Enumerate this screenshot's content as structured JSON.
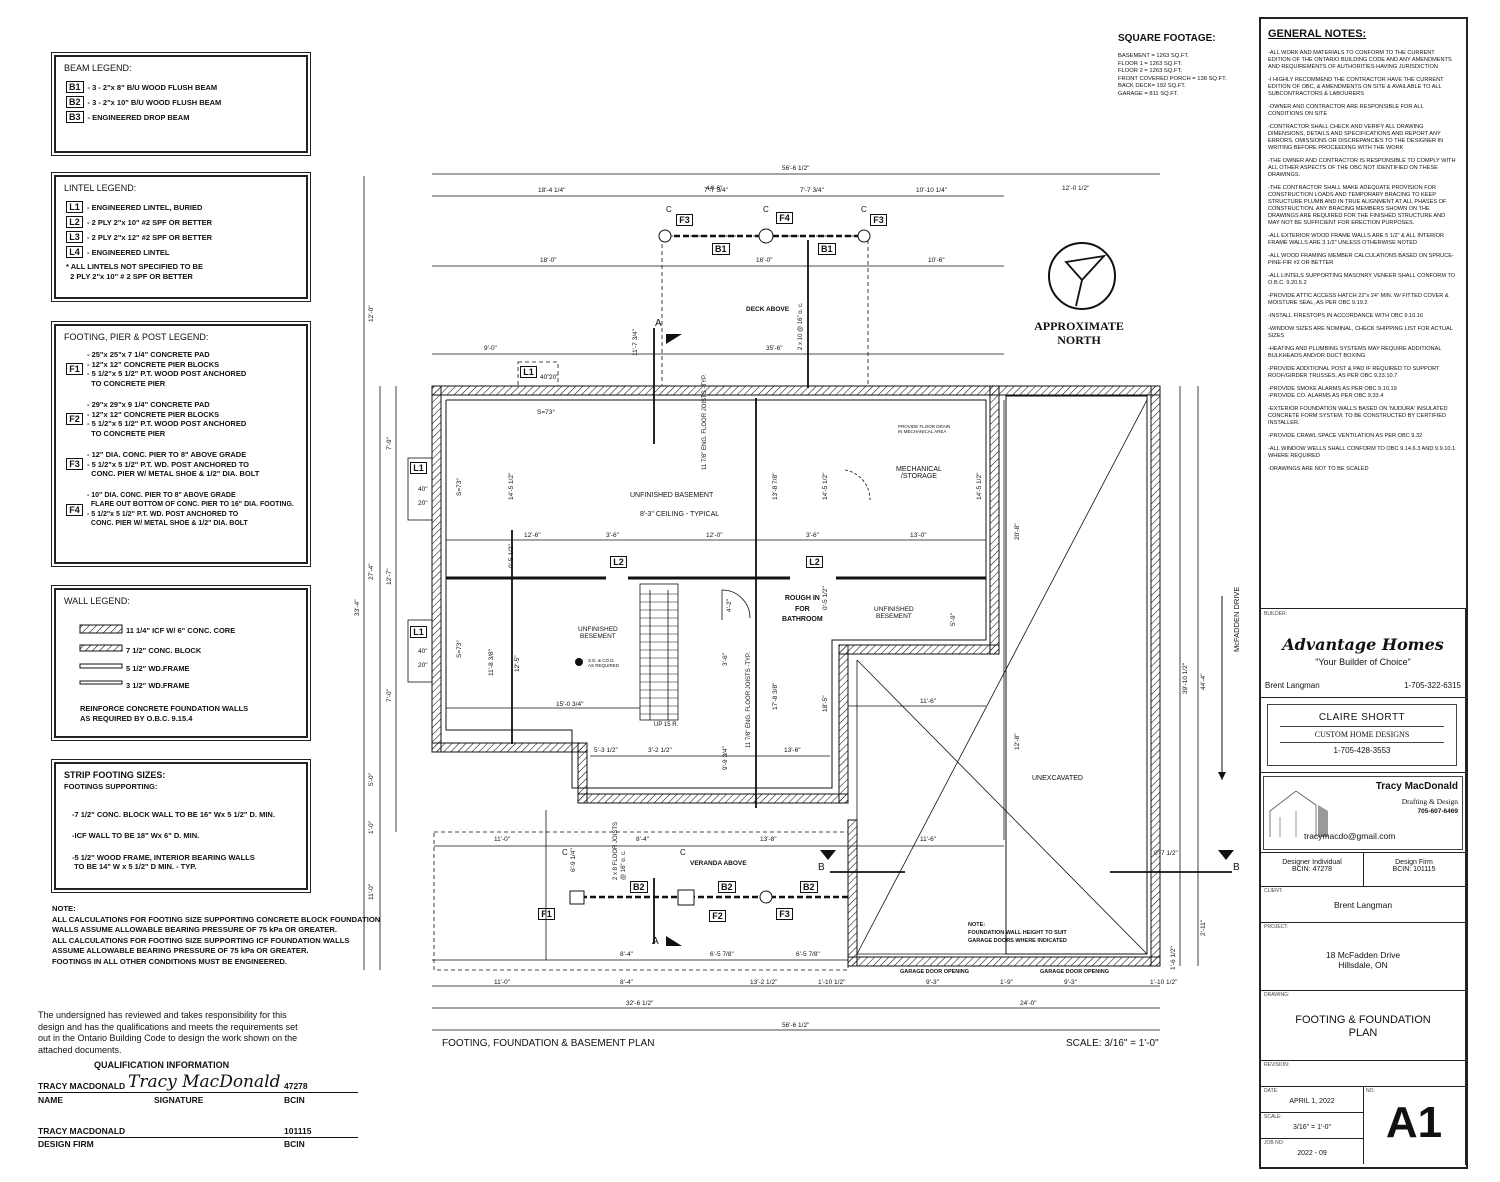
{
  "beam_legend": {
    "title": "BEAM LEGEND:",
    "items": [
      {
        "tag": "B1",
        "text": "- 3 - 2\"x 8\" B/U WOOD FLUSH BEAM"
      },
      {
        "tag": "B2",
        "text": "- 3 - 2\"x 10\" B/U WOOD FLUSH BEAM"
      },
      {
        "tag": "B3",
        "text": "- ENGINEERED DROP BEAM"
      }
    ]
  },
  "lintel_legend": {
    "title": "LINTEL LEGEND:",
    "items": [
      {
        "tag": "L1",
        "text": "- ENGINEERED LINTEL, BURIED"
      },
      {
        "tag": "L2",
        "text": "- 2 PLY 2\"x 10\" #2 SPF OR BETTER"
      },
      {
        "tag": "L3",
        "text": "- 2 PLY 2\"x 12\" #2 SPF OR BETTER"
      },
      {
        "tag": "L4",
        "text": "- ENGINEERED LINTEL"
      }
    ],
    "note": "* ALL LINTELS NOT SPECIFIED TO BE\n  2 PLY 2\"x 10\" # 2 SPF OR BETTER"
  },
  "footing_legend": {
    "title": "FOOTING, PIER & POST LEGEND:",
    "items": [
      {
        "tag": "F1",
        "text": "- 25\"x 25\"x 7 1/4\" CONCRETE PAD\n- 12\"x 12\" CONCRETE PIER BLOCKS\n- 5 1/2\"x 5 1/2\" P.T. WOOD POST ANCHORED\n  TO CONCRETE PIER"
      },
      {
        "tag": "F2",
        "text": "- 29\"x 29\"x 9 1/4\" CONCRETE PAD\n- 12\"x 12\" CONCRETE PIER BLOCKS\n- 5 1/2\"x 5 1/2\" P.T. WOOD POST ANCHORED\n  TO CONCRETE PIER"
      },
      {
        "tag": "F3",
        "text": "- 12\" DIA. CONC. PIER TO 8\" ABOVE GRADE\n- 5 1/2\"x 5 1/2\" P.T. WD. POST ANCHORED TO\n  CONC. PIER W/ METAL SHOE & 1/2\" DIA. BOLT"
      },
      {
        "tag": "F4",
        "text": "- 10\" DIA. CONC. PIER TO 8\" ABOVE GRADE\n  FLARE OUT BOTTOM OF CONC. PIER TO 16\" DIA. FOOTING.\n- 5 1/2\"x 5 1/2\" P.T. WD. POST ANCHORED TO\n  CONC. PIER W/ METAL SHOE & 1/2\" DIA. BOLT"
      }
    ]
  },
  "wall_legend": {
    "title": "WALL LEGEND:",
    "items": [
      "11 1/4\" ICF W/ 6\" CONC. CORE",
      "7 1/2\" CONC. BLOCK",
      "5 1/2\" WD.FRAME",
      "3 1/2\" WD.FRAME"
    ],
    "note": "REINFORCE CONCRETE FOUNDATION WALLS\nAS REQUIRED BY O.B.C. 9.15.4"
  },
  "strip_footing": {
    "title": "STRIP FOOTING SIZES:",
    "subtitle": "FOOTINGS SUPPORTING:",
    "items": [
      "-7 1/2\" CONC. BLOCK WALL TO BE 16\" Wx 5 1/2\" D. MIN.",
      "-ICF WALL TO BE 18\" Wx 6\" D. MIN.",
      "-5 1/2\" WOOD FRAME, INTERIOR BEARING WALLS\n TO BE 14\" W x 5 1/2\" D MIN. - TYP."
    ]
  },
  "calc_note": "NOTE:\nALL CALCULATIONS FOR FOOTING SIZE SUPPORTING CONCRETE BLOCK FOUNDATION\nWALLS ASSUME ALLOWABLE BEARING PRESSURE OF 75 kPa OR GREATER.\nALL CALCULATIONS FOR FOOTING SIZE SUPPORTING ICF FOUNDATION WALLS\nASSUME ALLOWABLE BEARING PRESSURE OF 75 kPa OR GREATER.\nFOOTINGS IN ALL OTHER CONDITIONS MUST BE ENGINEERED.",
  "qualification": {
    "statement": "The undersigned has reviewed and takes responsibility for this\ndesign and has the qualifications and meets the requirements set\nout in the Ontario Building Code to design the work shown on the\nattached documents.",
    "title": "QUALIFICATION INFORMATION",
    "name_value": "TRACY MACDONALD",
    "signature": "Tracy MacDonald",
    "bcin": "47278",
    "name_label": "NAME",
    "signature_label": "SIGNATURE",
    "bcin_label": "BCIN",
    "firm_value": "TRACY MACDONALD",
    "firm_bcin": "101115",
    "firm_label": "DESIGN FIRM",
    "firm_bcin_label": "BCIN"
  },
  "square_footage": {
    "title": "SQUARE FOOTAGE:",
    "lines": [
      "BASEMENT = 1263 SQ.FT.",
      "FLOOR 1 = 1263 SQ.FT.",
      "FLOOR 2 = 1263 SQ.FT.",
      "FRONT COVERED PORCH = 138 SQ.FT.",
      "BACK DECK= 192 SQ.FT.",
      "GARAGE = 811 SQ.FT."
    ]
  },
  "north": {
    "line1": "APPROXIMATE",
    "line2": "NORTH"
  },
  "plan": {
    "title": "FOOTING, FOUNDATION & BASEMENT PLAN",
    "scale": "SCALE: 3/16\" = 1'-0\"",
    "street": "McFADDEN DRIVE",
    "dims_top": [
      "56'-6 1/2\"",
      "44'-6\"",
      "12'-0 1/2\"",
      "18'-4 1/4\"",
      "7'-7 3/4\"",
      "7'-7 3/4\"",
      "10'-10 1/4\"",
      "18'-0\"",
      "16'-0\"",
      "10'-6\"",
      "9'-0\"",
      "35'-6\""
    ],
    "dims_bottom": [
      "11'-0\"",
      "8'-4\"",
      "13'-2 1/2\"",
      "1'-10 1/2\"",
      "9'-3\"",
      "1'-9\"",
      "9'-3\"",
      "1'-10 1/2\"",
      "24'-0\"",
      "32'-6 1/2\"",
      "56'-6 1/2\"",
      "8'-4\"",
      "6'-5 7/8\"",
      "6'-5 7/8\""
    ],
    "dims_left": [
      "12'-0\"",
      "7'-9\"",
      "27'-4\"",
      "33'-4\"",
      "12'-7\"",
      "7'-0\"",
      "5'-0\"",
      "1'-0\"",
      "11'-0\""
    ],
    "dims_right": [
      "39'-10 1/2\"",
      "44'-4\"",
      "20'-8\"",
      "12'-8\"",
      "0'-7 1/2\"",
      "2'-11\"",
      "1'-6 1/2\""
    ],
    "dims_inner": [
      "12'-6\"",
      "3'-6\"",
      "12'-0\"",
      "3'-6\"",
      "13'-0\"",
      "15'-0 3/4\"",
      "5'-3 1/2\"",
      "3'-2 1/2\"",
      "13'-6\"",
      "11'-6\"",
      "11'-6\"",
      "13'-8\"",
      "11'-0\"",
      "8'-4\"",
      "14'-5 1/2\"",
      "13'-8 7/8\"",
      "14'-5 1/2\"",
      "14'-5 1/2\"",
      "0'-5 1/2\"",
      "0'-5 1/2\"",
      "11'-8 3/8\"",
      "12'-5\"",
      "17'-8 3/8\"",
      "18'-5\"",
      "9'-9 3/4\"",
      "11'-7 3/4\"",
      "6'-9 1/4\"",
      "5'-9\"",
      "3'-6\"",
      "4'-2\"",
      "40\"",
      "20\"",
      "40\"",
      "20\"",
      "40\"",
      "20\"",
      "S=73°",
      "S=73°",
      "S=73°"
    ],
    "labels": {
      "deck": "DECK ABOVE",
      "unfinished_basement": "UNFINISHED BASEMENT",
      "ceiling": "8'-3\" CEILING - TYPICAL",
      "mechanical": "MECHANICAL\n/STORAGE",
      "floor_drain": "PROVIDE FLOOR DRAIN\nIN MECHANICAL AREA",
      "unfinished_besement_left": "UNFINISHED\nBESEMENT",
      "unfinished_besement_right": "UNFINISHED\nBESEMENT",
      "sd_co": "S.D. & CO.D.\nAS REQUIRED",
      "rough_in": "ROUGH IN\nFOR\nBATHROOM",
      "up": "UP 15 R.",
      "unexcavated": "UNEXCAVATED",
      "veranda": "VERANDA ABOVE",
      "garage_note": "NOTE:\nFOUNDATION WALL HEIGHT TO SUIT\nGARAGE DOORS WHERE INDICATED",
      "garage_door_1": "GARAGE DOOR OPENING",
      "garage_door_2": "GARAGE DOOR OPENING",
      "joists_1": "11 7/8\" ENG. FLOOR JOISTS -TYP.",
      "joists_2": "11 7/8\" ENG. FLOOR JOISTS -TYP.",
      "deck_joists": "2 x 10 @ 16\" o. c.",
      "veranda_joists": "2 x 8 FLOOR JOISTS\n@ 16\" o. c.",
      "sec_a": "A",
      "sec_b": "B",
      "grid_c": "C"
    },
    "tags": [
      "F3",
      "F4",
      "F3",
      "B1",
      "B1",
      "L1",
      "L1",
      "L1",
      "L2",
      "L2",
      "B2",
      "B2",
      "B2",
      "F1",
      "F2",
      "F3"
    ]
  },
  "general_notes": {
    "title": "GENERAL NOTES:",
    "items": [
      "-ALL WORK AND MATERIALS TO CONFORM TO THE CURRENT EDITION OF THE ONTARIO BUILDING CODE AND ANY AMENDMENTS AND REQUIREMENTS OF AUTHORITIES HAVING JURISDICTION",
      "-I HIGHLY RECOMMEND THE CONTRACTOR HAVE THE CURRENT EDITION OF OBC, & AMENDMENTS ON SITE & AVAILABLE TO ALL SUBCONTRACTORS & LABOURERS",
      "-OWNER AND CONTRACTOR ARE RESPONSIBLE FOR ALL CONDITIONS ON SITE",
      "-CONTRACTOR SHALL CHECK AND VERIFY ALL DRAWING DIMENSIONS, DETAILS AND SPECIFICATIONS AND REPORT ANY ERRORS, OMISSIONS OR DISCREPANCIES TO THE DESIGNER IN WRITING BEFORE PROCEEDING WITH THE WORK",
      "-THE OWNER AND CONTRACTOR IS RESPONSIBLE TO COMPLY WITH ALL OTHER ASPECTS OF THE OBC NOT IDENTIFIED ON THESE DRAWINGS.",
      "-THE CONTRACTOR SHALL MAKE ADEQUATE PROVISION FOR CONSTRUCTION LOADS AND TEMPORARY BRACING TO KEEP STRUCTURE PLUMB AND IN TRUE ALIGNMENT AT ALL PHASES OF CONSTRUCTION. ANY BRACING MEMBERS SHOWN ON THE DRAWINGS ARE REQUIRED FOR THE FINISHED STRUCTURE AND MAY NOT BE SUFFICIENT FOR ERECTION PURPOSES.",
      "-ALL EXTERIOR WOOD FRAME WALLS ARE 5 1/2\" & ALL INTERIOR FRAME WALLS ARE 3 1/2\" UNLESS OTHERWISE NOTED",
      "-ALL WOOD FRAMING MEMBER CALCULATIONS BASED ON SPRUCE-PINE-FIR #2 OR BETTER",
      "-ALL LINTELS SUPPORTING MASONRY VENEER SHALL CONFORM TO O.B.C. 9.20.5.2",
      "-PROVIDE ATTIC ACCESS HATCH 22\"x 24\" MIN. W/ FITTED COVER & MOISTURE SEAL, AS PER OBC 9.19.2",
      "-INSTALL FIRESTOPS IN ACCORDANCE WITH OBC 9.10.16",
      "-WINDOW SIZES ARE NOMINAL, CHECK SHIPPING LIST FOR ACTUAL SIZES",
      "-HEATING AND PLUMBING SYSTEMS MAY REQUIRE ADDITIONAL BULKHEADS AND/OR DUCT BOXING",
      "-PROVIDE ADDITIONAL POST & PAD IF REQUIRED TO SUPPORT ROOF/GIRDER TRUSSES, AS PER OBC 9.23.10.7",
      "-PROVIDE SMOKE ALARMS AS PER OBC 9.10.19\n-PROVIDE CO. ALARMS AS PER OBC 9.33.4",
      "-EXTERIOR FOUNDATION WALLS BASED ON 'NUDURA' INSULATED CONCRETE FORM SYSTEM. TO BE CONSTRUCTED BY CERTIFIED INSTALLER.",
      "-PROVIDE CRAWL SPACE VENTILATION AS PER OBC 9.32",
      "-ALL WINDOW WELLS SHALL CONFORM TO OBC 9.14.6.3 AND 9.9.10.1. WHERE REQUIRED",
      "-DRAWINGS ARE NOT TO BE SCALED"
    ]
  },
  "title_block": {
    "builder_label": "BUILDER:",
    "builder_name": "Advantage Homes",
    "builder_tagline": "\"Your Builder of Choice\"",
    "builder_contact": "Brent Langman",
    "builder_phone": "1-705-322-6315",
    "designer1_name": "CLAIRE SHORTT",
    "designer1_sub": "CUSTOM HOME DESIGNS",
    "designer1_phone": "1-705-428-3553",
    "designer2_name": "Tracy MacDonald",
    "designer2_sub": "Drafting & Design",
    "designer2_phone": "705-607-6469",
    "designer2_email": "tracymacdo@gmail.com",
    "designer_individual": "Designer Individual",
    "designer_bcin": "BCIN: 47278",
    "design_firm": "Design Firm",
    "firm_bcin": "BCIN: 101115",
    "client_label": "CLIENT:",
    "client": "Brent Langman",
    "project_label": "PROJECT:",
    "project_line1": "18 McFadden Drive",
    "project_line2": "Hillsdale, ON",
    "drawing_label": "DRAWING:",
    "drawing": "FOOTING & FOUNDATION\nPLAN",
    "revision_label": "REVISION:",
    "date_label": "DATE:",
    "date": "APRIL 1, 2022",
    "no_label": "NO.",
    "scale_label": "SCALE:",
    "scale": "3/16\" = 1'-0\"",
    "job_label": "JOB NO:",
    "job": "2022 - 09",
    "sheet": "A1"
  }
}
